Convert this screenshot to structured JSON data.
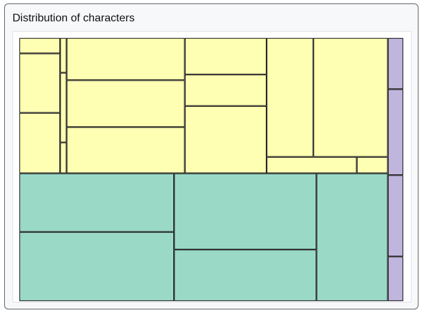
{
  "title": "Distribution of characters",
  "chart_data": {
    "type": "treemap",
    "title": "Distribution of characters",
    "colors": {
      "yellow": "#ffffb3",
      "teal": "#9ad9c6",
      "purple": "#bfb5dd",
      "stroke": "#111111"
    },
    "groups": [
      {
        "color_key": "yellow",
        "children": [
          {
            "value": 1240
          },
          {
            "value": 4760
          },
          {
            "value": 4840
          },
          {
            "value": 440
          },
          {
            "value": 880
          },
          {
            "value": 390
          },
          {
            "value": 9800
          },
          {
            "value": 10880
          },
          {
            "value": 10720
          },
          {
            "value": 5880
          },
          {
            "value": 5040
          },
          {
            "value": 10800
          },
          {
            "value": 10900
          },
          {
            "value": 17400
          },
          {
            "value": 2900
          },
          {
            "value": 1000
          }
        ]
      },
      {
        "color_key": "teal",
        "children": [
          {
            "value": 17800
          },
          {
            "value": 21000
          },
          {
            "value": 21300
          },
          {
            "value": 14400
          },
          {
            "value": 17900
          }
        ]
      },
      {
        "color_key": "purple",
        "children": [
          {
            "value": 1550
          },
          {
            "value": 2600
          },
          {
            "value": 2460
          },
          {
            "value": 1350
          }
        ]
      }
    ]
  }
}
